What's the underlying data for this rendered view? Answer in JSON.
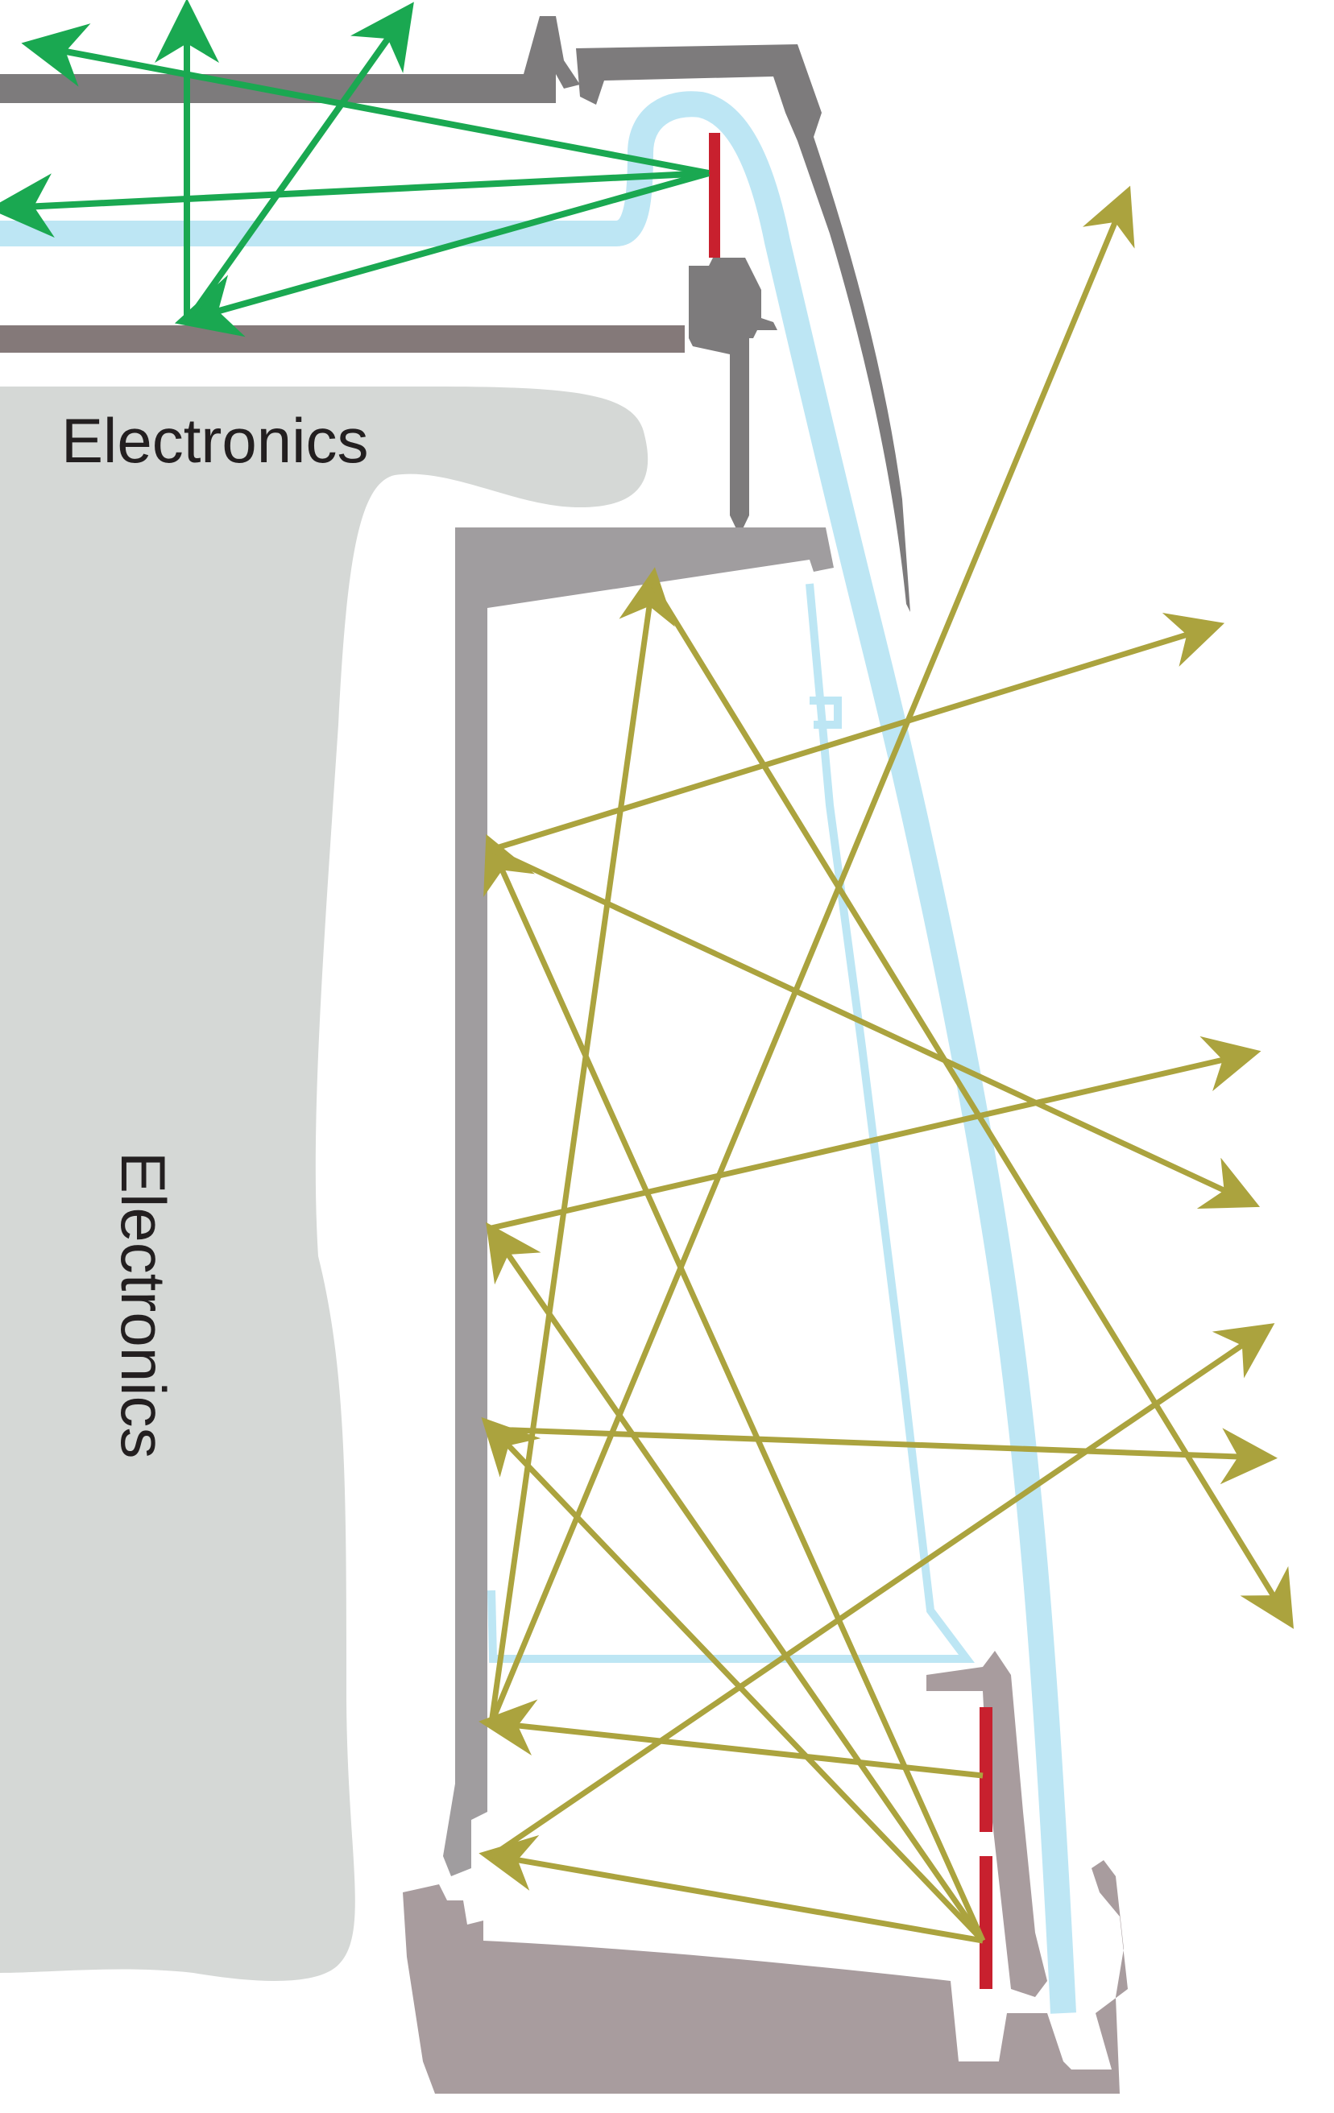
{
  "labels": {
    "electronics_top": "Electronics",
    "electronics_side": "Electronics"
  },
  "colors": {
    "electronics_region": "#d5d8d6",
    "housing_dark": "#7d7b7c",
    "housing_mid": "#a09d9f",
    "base": "#a89c9e",
    "top_bar": "#847979",
    "lightguide": "#bde6f4",
    "led": "#c8202e",
    "green_ray": "#1aa851",
    "olive_ray": "#aba33e"
  },
  "icons": {
    "led_strip": "led-emitter",
    "ray": "arrow"
  }
}
